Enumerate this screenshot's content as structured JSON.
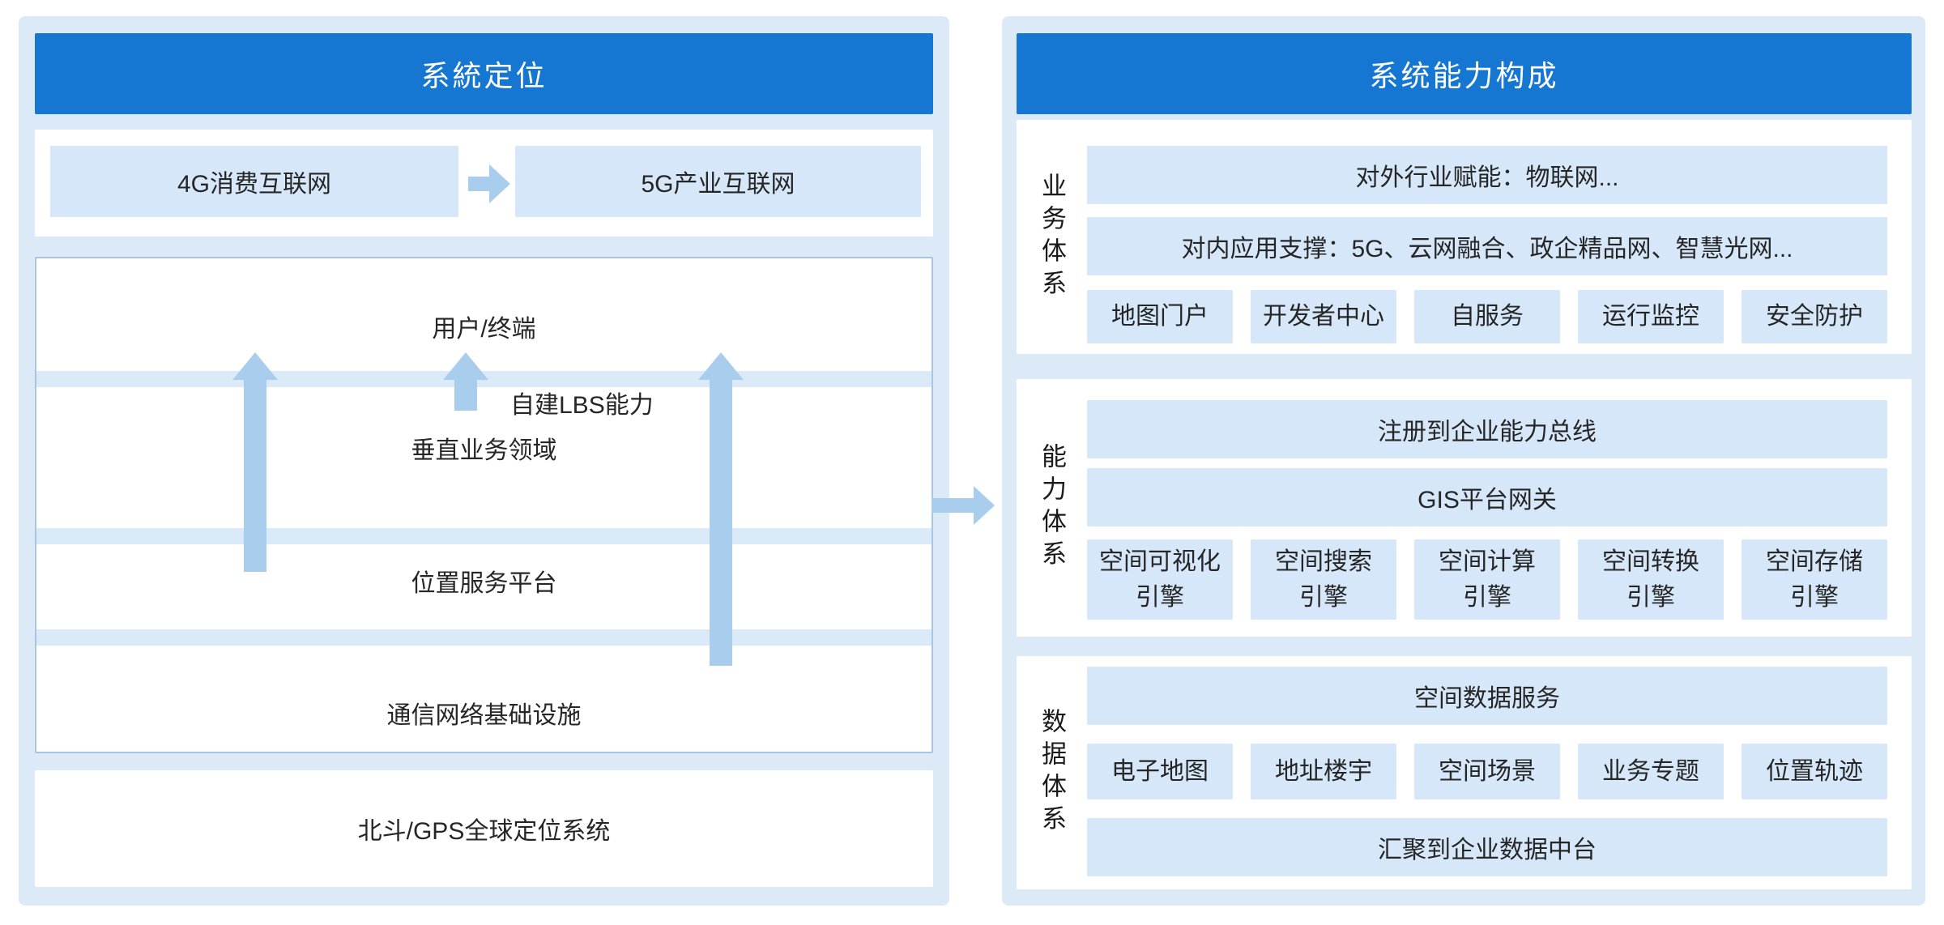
{
  "colors": {
    "header_bg": "#1577D1",
    "header_text": "#FFFFFF",
    "panel_bg": "#DCEAF8",
    "box_bg": "#D5E7F8",
    "band_bg": "#DAEAF9",
    "arrow": "#A9CDEC",
    "stack_border": "#A9C6E0",
    "text": "#262626"
  },
  "left_panel": {
    "title": "系統定位",
    "evolution": {
      "from": "4G消费互联网",
      "to": "5G产业互联网"
    },
    "stack": {
      "layers": [
        "用户/终端",
        "垂直业务领域",
        "位置服务平台",
        "通信网络基础设施"
      ],
      "lbs_label": "自建LBS能力"
    },
    "foundation": "北斗/GPS全球定位系统"
  },
  "right_panel": {
    "title": "系统能力构成",
    "sections": [
      {
        "label": "业务体系",
        "wide_top": [
          "对外行业赋能：物联网...",
          "对内应用支撑：5G、云网融合、政企精品网、智慧光网..."
        ],
        "items": [
          "地图门户",
          "开发者中心",
          "自服务",
          "运行监控",
          "安全防护"
        ]
      },
      {
        "label": "能力体系",
        "wide_top": [
          "注册到企业能力总线",
          "GIS平台网关"
        ],
        "items": [
          [
            "空间可视化",
            "引擎"
          ],
          [
            "空间搜索",
            "引擎"
          ],
          [
            "空间计算",
            "引擎"
          ],
          [
            "空间转换",
            "引擎"
          ],
          [
            "空间存储",
            "引擎"
          ]
        ]
      },
      {
        "label": "数据体系",
        "wide_top": [
          "空间数据服务"
        ],
        "items": [
          "电子地图",
          "地址楼宇",
          "空间场景",
          "业务专题",
          "位置轨迹"
        ],
        "wide_bottom": "汇聚到企业数据中台"
      }
    ]
  }
}
